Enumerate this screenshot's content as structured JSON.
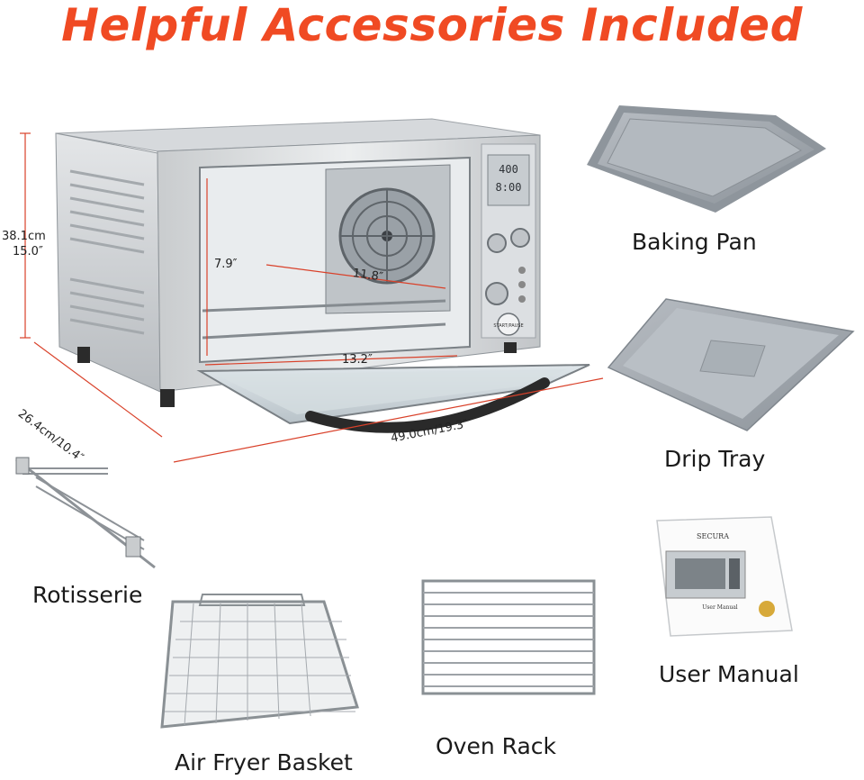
{
  "headline": "Helpful Accessories Included",
  "accent_color": "#f04a23",
  "dimensions": {
    "height_cm": "38.1cm",
    "height_in": "15.0″",
    "depth": "26.4cm/10.4″",
    "width": "49.0cm/19.3″",
    "interior_height": "7.9″",
    "interior_depth": "11.8″",
    "interior_width": "13.2″"
  },
  "oven_panel": {
    "display_top": "400",
    "display_bottom": "8:00",
    "button_label": "START/PAUSE"
  },
  "accessories": {
    "baking_pan": "Baking Pan",
    "drip_tray": "Drip Tray",
    "rotisserie": "Rotisserie",
    "air_fryer_basket": "Air Fryer Basket",
    "oven_rack": "Oven Rack",
    "user_manual": "User Manual"
  },
  "manual_cover": {
    "brand": "SECURA",
    "title": "User Manual"
  }
}
